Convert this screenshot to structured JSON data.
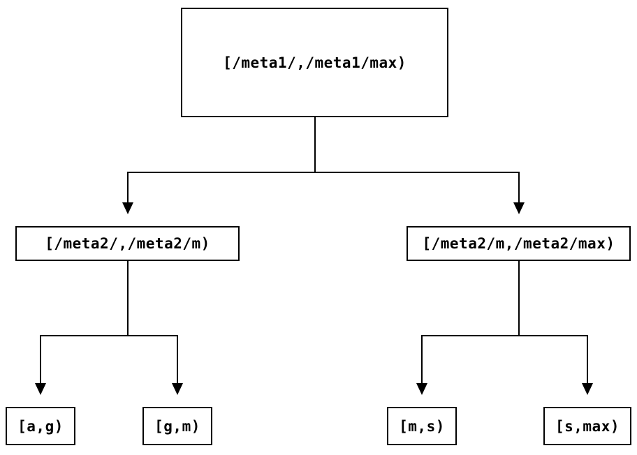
{
  "diagram": {
    "type": "tree",
    "description": "Two-level interval partition tree",
    "colors": {
      "background": "#ffffff",
      "line": "#000000",
      "box_border": "#000000",
      "text": "#000000",
      "box_fill": "#ffffff"
    },
    "nodes": {
      "root": {
        "label": "[/meta1/,/meta1/max)"
      },
      "mid_left": {
        "label": "[/meta2/,/meta2/m)"
      },
      "mid_right": {
        "label": "[/meta2/m,/meta2/max)"
      },
      "leaf_ag": {
        "label": "[a,g)"
      },
      "leaf_gm": {
        "label": "[g,m)"
      },
      "leaf_ms": {
        "label": "[m,s)"
      },
      "leaf_smax": {
        "label": "[s,max)"
      }
    },
    "edges": [
      {
        "from": "root",
        "to": "mid_left",
        "arrow": "triangle-down"
      },
      {
        "from": "root",
        "to": "mid_right",
        "arrow": "triangle-down"
      },
      {
        "from": "mid_left",
        "to": "leaf_ag",
        "arrow": "triangle-down"
      },
      {
        "from": "mid_left",
        "to": "leaf_gm",
        "arrow": "triangle-down"
      },
      {
        "from": "mid_right",
        "to": "leaf_ms",
        "arrow": "triangle-down"
      },
      {
        "from": "mid_right",
        "to": "leaf_smax",
        "arrow": "triangle-down"
      }
    ]
  }
}
